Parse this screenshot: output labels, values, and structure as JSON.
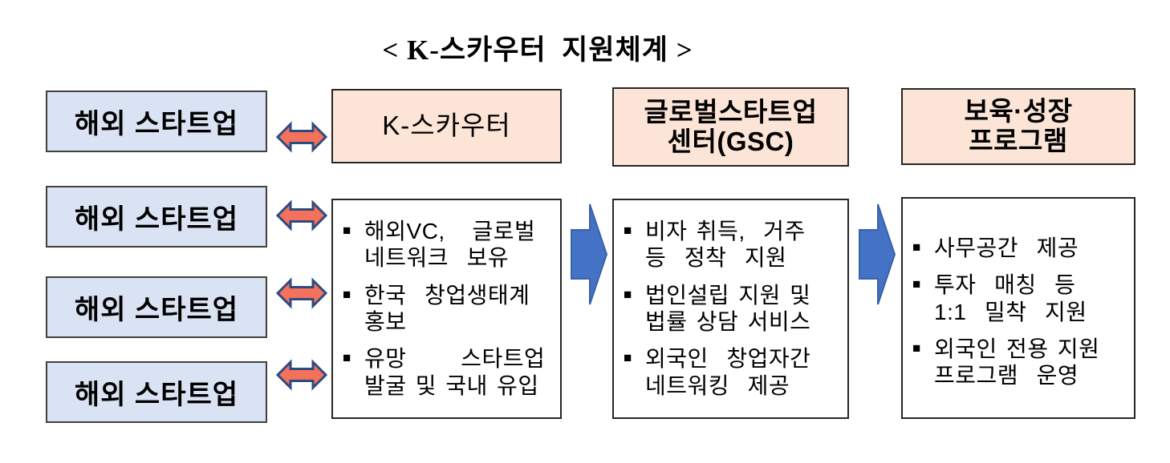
{
  "title": "< K-스카우터  지원체계 >",
  "glyphs": {
    "bullet": "■"
  },
  "colors": {
    "left_box_fill": "#dae3f3",
    "left_box_border": "#404040",
    "header_fill": "#fce4d6",
    "box_border": "#262626",
    "red_arrow_fill": "#f4715c",
    "red_arrow_border": "#2e4b80",
    "blue_arrow_fill": "#4472c4",
    "blue_arrow_border": "#3a62a9",
    "text": "#000000"
  },
  "left_column": {
    "boxes": [
      {
        "label": "해외 스타트업"
      },
      {
        "label": "해외 스타트업"
      },
      {
        "label": "해외 스타트업"
      },
      {
        "label": "해외 스타트업"
      }
    ]
  },
  "columns": [
    {
      "header_lines": [
        "K-스카우터"
      ],
      "bullets": [
        [
          "해외VC,   글로벌",
          "네트워크  보유"
        ],
        [
          "한국  창업생태계",
          "홍보"
        ],
        [
          "유망      스타트업",
          "발굴 및 국내 유입"
        ]
      ]
    },
    {
      "header_lines": [
        "글로벌스타트업",
        "센터(GSC)"
      ],
      "bullets": [
        [
          "비자 취득,  거주",
          "등  정착  지원"
        ],
        [
          "법인설립 지원 및",
          "법률 상담 서비스"
        ],
        [
          "외국인  창업자간",
          "네트워킹  제공"
        ]
      ]
    },
    {
      "header_lines": [
        "보육·성장",
        "프로그램"
      ],
      "bullets": [
        [
          "사무공간  제공"
        ],
        [
          "투자  매칭  등",
          "1:1  밀착  지원"
        ],
        [
          "외국인 전용 지원",
          "프로그램  운영"
        ]
      ]
    }
  ]
}
